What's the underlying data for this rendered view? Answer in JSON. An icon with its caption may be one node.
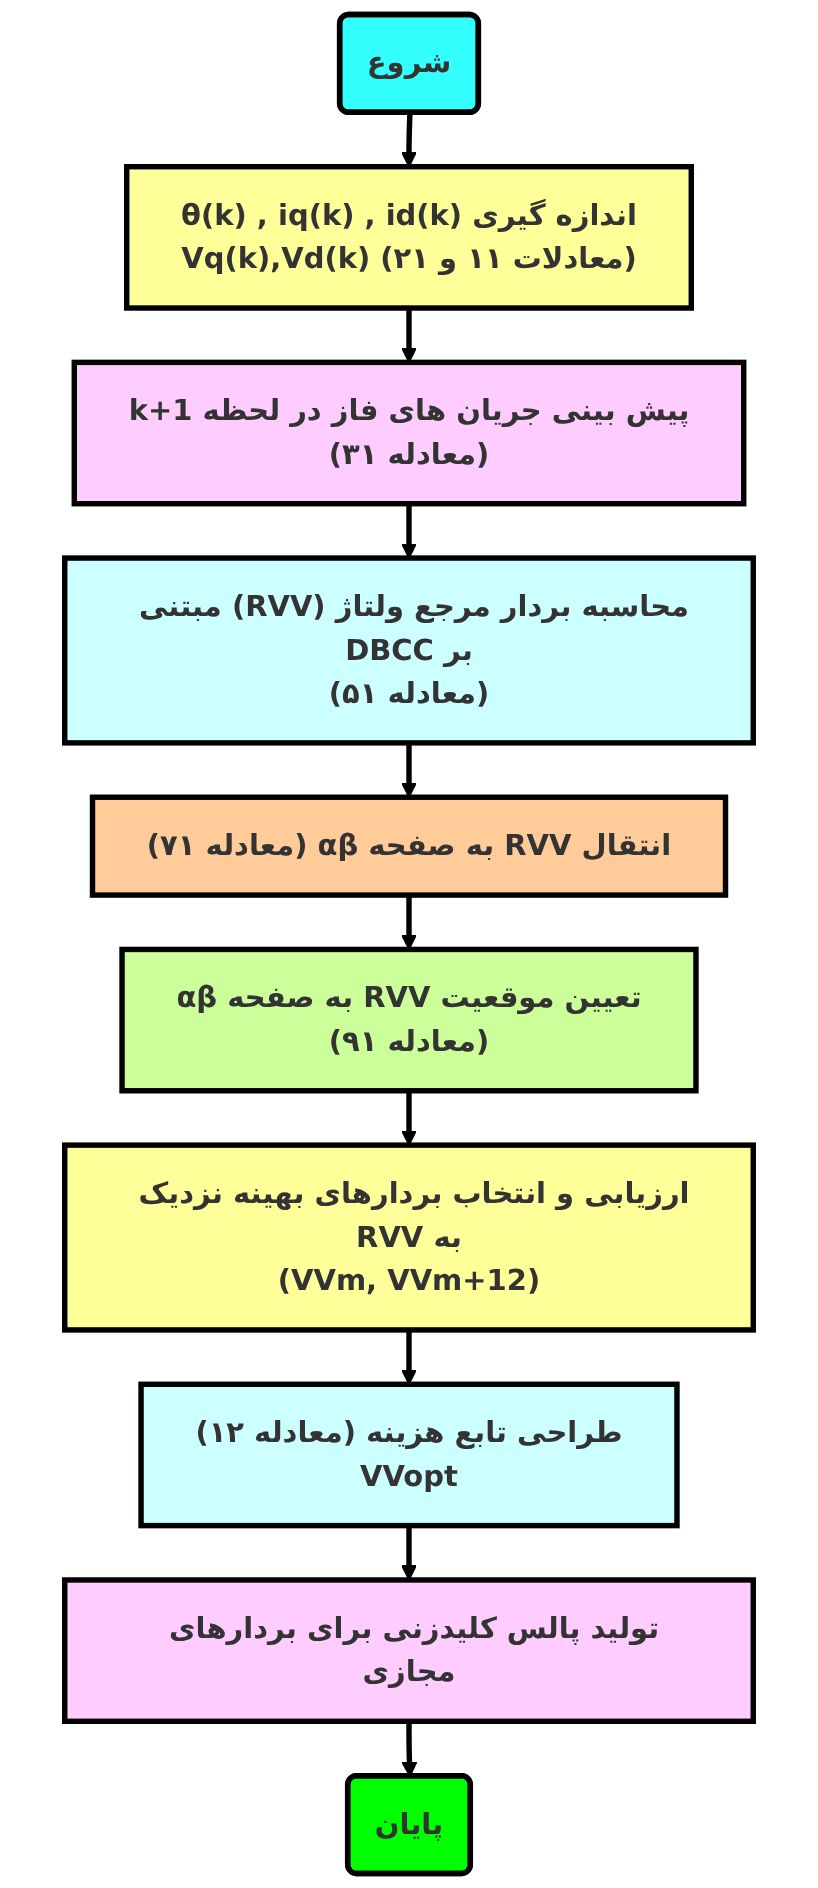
{
  "diagram": {
    "nodes": [
      {
        "text": [
          "شروع"
        ]
      },
      {
        "text": [
          "اندازه گیری θ(k) , iq(k) , id(k)",
          "Vq(k),Vd(k) (معادلات ۱۱ و ۲۱)"
        ]
      },
      {
        "text": [
          "پیش بینی جریان های فاز در لحظه k+1",
          "(معادله ۳۱)"
        ]
      },
      {
        "text": [
          "محاسبه بردار مرجع ولتاژ (RVV) مبتنی بر DBCC",
          "(معادله ۵۱)"
        ]
      },
      {
        "text": [
          "انتقال RVV به صفحه αβ (معادله ۷۱)"
        ]
      },
      {
        "text": [
          "تعیین موقعیت RVV به صفحه αβ",
          "(معادله ۹۱)"
        ]
      },
      {
        "text": [
          "ارزیابی و انتخاب بردارهای بهینه نزدیک به RVV",
          "(VVm, VVm+12)"
        ]
      },
      {
        "text": [
          "طراحی تابع هزینه (معادله ۱۲)",
          "VVopt"
        ]
      },
      {
        "text": [
          "تولید پالس کلیدزنی برای بردارهای مجازی"
        ]
      },
      {
        "text": [
          "پایان"
        ]
      }
    ],
    "edges": [
      {
        "from": 0,
        "to": 1,
        "arrow": "to"
      },
      {
        "from": 1,
        "to": 2,
        "arrow": "to"
      },
      {
        "from": 2,
        "to": 3,
        "arrow": "to"
      },
      {
        "from": 3,
        "to": 4,
        "arrow": "to"
      },
      {
        "from": 4,
        "to": 5,
        "arrow": "to"
      },
      {
        "from": 5,
        "to": 6,
        "arrow": "to"
      },
      {
        "from": 6,
        "to": 7,
        "arrow": "to"
      },
      {
        "from": 7,
        "to": 8,
        "arrow": "to"
      },
      {
        "from": 8,
        "to": 9,
        "arrow": "to"
      }
    ]
  }
}
